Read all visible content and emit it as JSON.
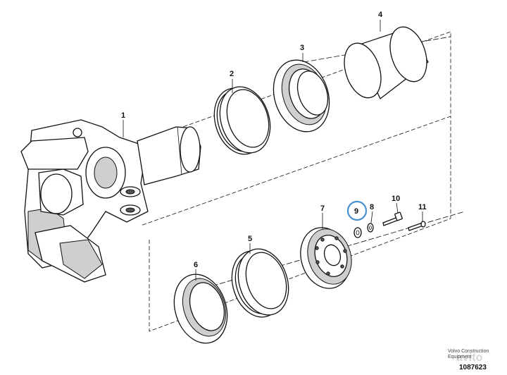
{
  "callouts": {
    "c1": "1",
    "c2": "2",
    "c3": "3",
    "c4": "4",
    "c5": "5",
    "c6": "6",
    "c7": "7",
    "c8": "8",
    "c9": "9",
    "c10": "10",
    "c11": "11"
  },
  "highlight_color": "#4a8fd0",
  "brand_lines": [
    "Volvo Construction",
    "Equipment"
  ],
  "reference_number": "1087623",
  "watermark": "avito"
}
